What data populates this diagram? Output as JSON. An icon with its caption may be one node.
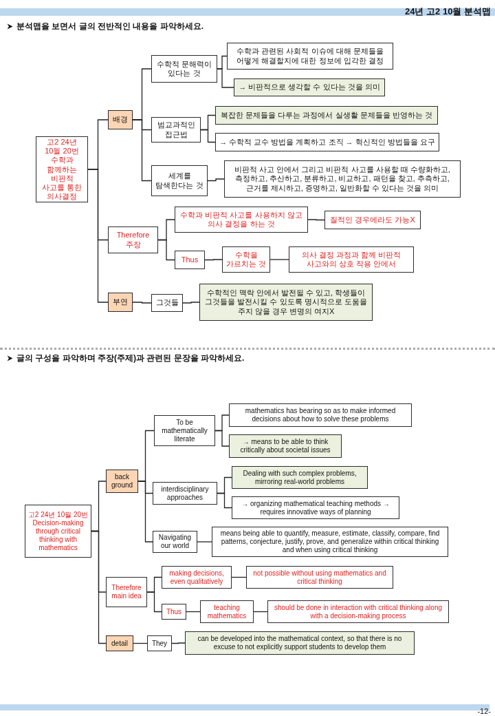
{
  "diagram": {
    "title": "24년 고2 10월 분석맵",
    "nodes": [
      {
        "text": [
          "고2 24년 10월 20번 수학과 함께하는 비판적 사고를 통한 의사결정"
        ]
      },
      {
        "text": [
          "배경"
        ]
      },
      {
        "text": [
          "수학적 문해력이 있다는 것"
        ]
      },
      {
        "text": [
          "수학과 관련된 사회적 이슈에 대해 문제들을 어떻게 해결할지에 대한 정보에 입각한 결정"
        ]
      },
      {
        "text": [
          "→ 비판적으로 생각할 수 있다는 것을 의미"
        ]
      },
      {
        "text": [
          "범교과적인 접근법"
        ]
      },
      {
        "text": [
          "복잡한 문제들을 다루는 과정에서 실생활 문제들을 반영하는 것"
        ]
      },
      {
        "text": [
          "→ 수학적 교수 방법을 계획하고 조직 → 혁신적인 방법들을 요구"
        ]
      },
      {
        "text": [
          "세계를 탐색한다는 것"
        ]
      },
      {
        "text": [
          "비판적 사고 안에서 그리고 비판적 사고를 사용할 때 수량화하고, 측정하고, 추산하고, 분류하고, 비교하고, 패턴을 찾고, 추측하고, 근거를 제시하고, 증명하고, 일반화할 수 있다는 것을 의미"
        ]
      },
      {
        "text": [
          "Therefore 주장"
        ]
      },
      {
        "text": [
          "수학과 비판적 사고를 사용하지 않고 의사 결정을 하는 것"
        ]
      },
      {
        "text": [
          "질적인 경우에라도 가능X"
        ]
      },
      {
        "text": [
          "Thus"
        ]
      },
      {
        "text": [
          "수학을 가르치는 것"
        ]
      },
      {
        "text": [
          "의사 결정 과정과 함께 비판적 사고와의 상호 작용 안에서"
        ]
      },
      {
        "text": [
          "부연"
        ]
      },
      {
        "text": [
          "그것들"
        ]
      },
      {
        "text": [
          "수학적인 맥락 안에서 발전될 수 있고, 학생들이 그것들을 발전시킬 수 있도록 명시적으로 도움을 주지 않을 경우 변명의 여지X"
        ]
      },
      {
        "text": [
          "고2 24년 10월 20번 Decision-making through critical thinking with mathematics"
        ]
      },
      {
        "text": [
          "back ground"
        ]
      },
      {
        "text": [
          "To be mathematically literate"
        ]
      },
      {
        "text": [
          "mathematics has bearing so as to make informed decisions about how to solve these problems"
        ]
      },
      {
        "text": [
          "→ means to be able to think critically about societal issues"
        ]
      },
      {
        "text": [
          "interdisciplinary approaches"
        ]
      },
      {
        "text": [
          "Dealing with such complex problems, mirroring real-world problems"
        ]
      },
      {
        "text": [
          "→ organizing mathematical teaching methods → requires innovative ways of planning"
        ]
      },
      {
        "text": [
          "Navigating our world"
        ]
      },
      {
        "text": [
          "means being able to quantify, measure, estimate, classify, compare, find patterns, conjecture, justify, prove, and generalize within critical thinking and when using critical thinking"
        ]
      },
      {
        "text": [
          "Therefore main idea"
        ]
      },
      {
        "text": [
          "making decisions, even qualitatively"
        ]
      },
      {
        "text": [
          "not possible without using mathematics and critical thinking"
        ]
      },
      {
        "text": [
          "Thus"
        ]
      },
      {
        "text": [
          "teaching mathematics"
        ]
      },
      {
        "text": [
          "should be done in interaction with critical thinking along with a decision-making process"
        ]
      },
      {
        "text": [
          "detail"
        ]
      },
      {
        "text": [
          "They"
        ]
      },
      {
        "text": [
          "can be developed into the mathematical context, so that there is no excuse to not explicitly support students to develop them"
        ]
      }
    ],
    "edges": [
      {
        "from": 0,
        "to": 1,
        "arrow": "none"
      },
      {
        "from": 0,
        "to": 10,
        "arrow": "none"
      },
      {
        "from": 0,
        "to": 16,
        "arrow": "none"
      },
      {
        "from": 1,
        "to": 2,
        "arrow": "none"
      },
      {
        "from": 1,
        "to": 5,
        "arrow": "none"
      },
      {
        "from": 1,
        "to": 8,
        "arrow": "none"
      },
      {
        "from": 2,
        "to": 3,
        "arrow": "none"
      },
      {
        "from": 2,
        "to": 4,
        "arrow": "none"
      },
      {
        "from": 5,
        "to": 6,
        "arrow": "none"
      },
      {
        "from": 5,
        "to": 7,
        "arrow": "none"
      },
      {
        "from": 8,
        "to": 9,
        "arrow": "none"
      },
      {
        "from": 10,
        "to": 11,
        "arrow": "none"
      },
      {
        "from": 10,
        "to": 13,
        "arrow": "none"
      },
      {
        "from": 11,
        "to": 12,
        "arrow": "none"
      },
      {
        "from": 13,
        "to": 14,
        "arrow": "none"
      },
      {
        "from": 14,
        "to": 15,
        "arrow": "none"
      },
      {
        "from": 16,
        "to": 17,
        "arrow": "none"
      },
      {
        "from": 17,
        "to": 18,
        "arrow": "none"
      },
      {
        "from": 19,
        "to": 20,
        "arrow": "none"
      },
      {
        "from": 19,
        "to": 29,
        "arrow": "none"
      },
      {
        "from": 19,
        "to": 35,
        "arrow": "none"
      },
      {
        "from": 20,
        "to": 21,
        "arrow": "none"
      },
      {
        "from": 20,
        "to": 24,
        "arrow": "none"
      },
      {
        "from": 20,
        "to": 27,
        "arrow": "none"
      },
      {
        "from": 21,
        "to": 22,
        "arrow": "none"
      },
      {
        "from": 21,
        "to": 23,
        "arrow": "none"
      },
      {
        "from": 24,
        "to": 25,
        "arrow": "none"
      },
      {
        "from": 24,
        "to": 26,
        "arrow": "none"
      },
      {
        "from": 27,
        "to": 28,
        "arrow": "none"
      },
      {
        "from": 29,
        "to": 30,
        "arrow": "none"
      },
      {
        "from": 29,
        "to": 32,
        "arrow": "none"
      },
      {
        "from": 30,
        "to": 31,
        "arrow": "none"
      },
      {
        "from": 32,
        "to": 33,
        "arrow": "none"
      },
      {
        "from": 33,
        "to": 34,
        "arrow": "none"
      },
      {
        "from": 35,
        "to": 36,
        "arrow": "none"
      },
      {
        "from": 36,
        "to": 37,
        "arrow": "none"
      }
    ],
    "labels": [
      "분석맵을 보면서 글의 전반적인 내용을 파악하세요.",
      "글의 구성을 파악하며 주장(주제)과 관련된 문장을 파악하세요.",
      "-12-"
    ]
  }
}
